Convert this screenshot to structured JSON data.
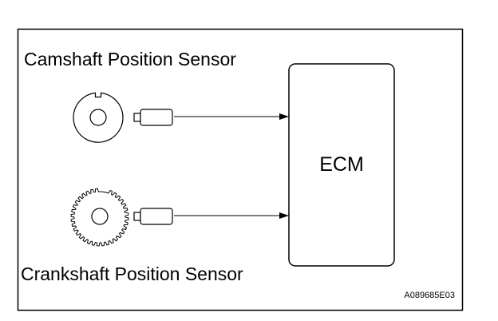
{
  "labels": {
    "camshaft": "Camshaft Position Sensor",
    "crankshaft": "Crankshaft Position Sensor",
    "ecm": "ECM",
    "figure_code": "A089685E03"
  },
  "crank_wheel": {
    "teeth": 34,
    "missing_teeth": 2
  },
  "colors": {
    "line": "#000000",
    "background": "#ffffff"
  }
}
